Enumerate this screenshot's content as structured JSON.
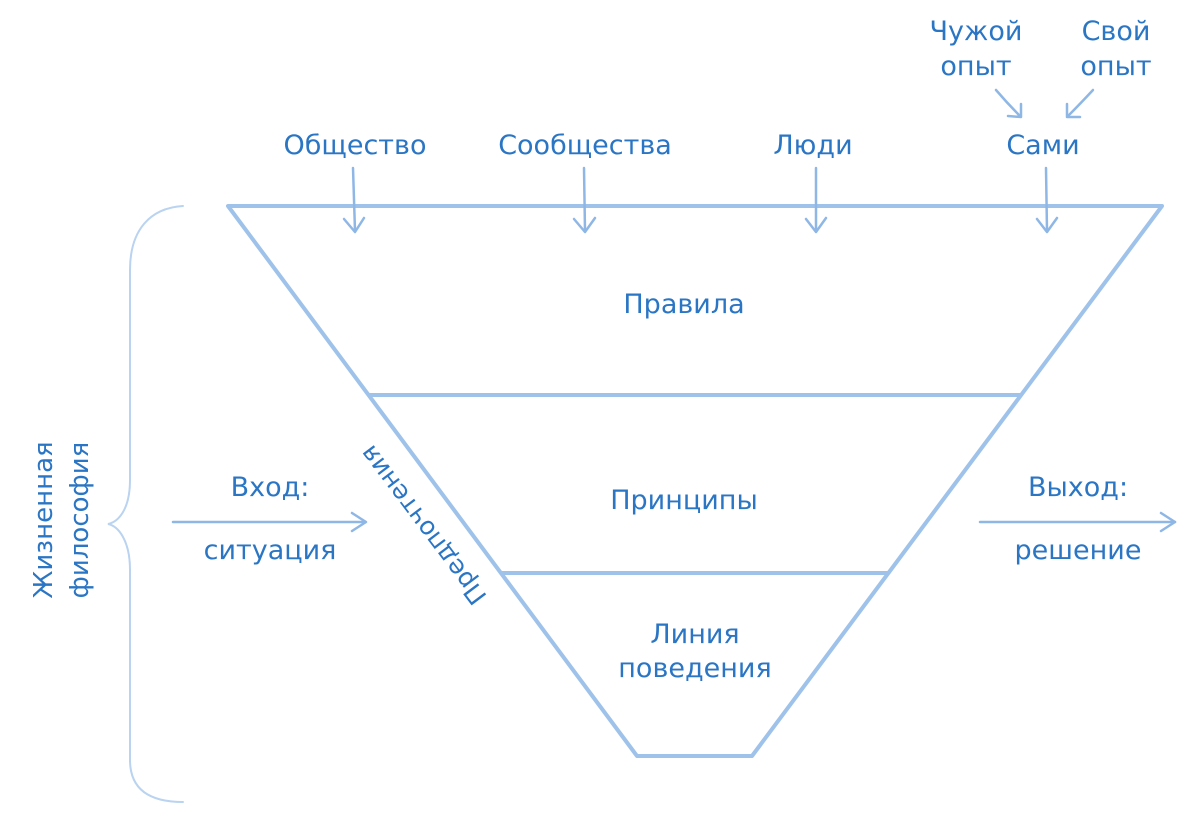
{
  "sources": {
    "obshchestvo": "Общество",
    "soobshchestva": "Сообщества",
    "lyudi": "Люди",
    "sami": "Сами"
  },
  "experience": {
    "chuzhoy_line1": "Чужой",
    "chuzhoy_line2": "опыт",
    "svoy_line1": "Свой",
    "svoy_line2": "опыт"
  },
  "levels": {
    "pravila": "Правила",
    "printsipy": "Принципы",
    "liniya_line1": "Линия",
    "liniya_line2": "поведения"
  },
  "side_label": "Предпочтения",
  "input": {
    "label": "Вход:",
    "value": "ситуация"
  },
  "output": {
    "label": "Выход:",
    "value": "решение"
  },
  "brace_label": {
    "line1": "Жизненная",
    "line2": "философия"
  },
  "colors": {
    "text": "#2b76c4",
    "lines": "#9ec2ea",
    "arrows": "#8fb7e6",
    "brace": "#b9d3f0"
  }
}
